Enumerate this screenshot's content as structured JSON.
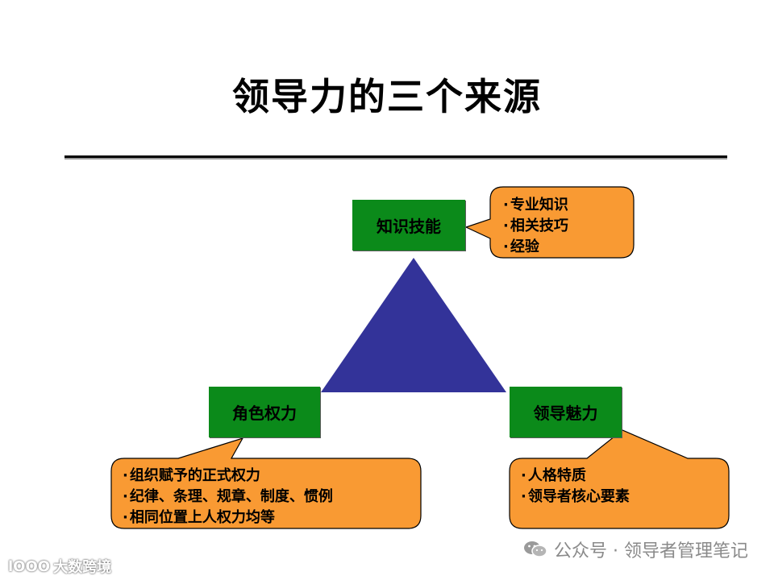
{
  "title": "领导力的三个来源",
  "nodes": {
    "top": "知识技能",
    "left": "角色权力",
    "right": "领导魅力"
  },
  "callouts": {
    "top": [
      "专业知识",
      "相关技巧",
      "经验"
    ],
    "left": [
      "组织赋予的正式权力",
      "纪律、条理、规章、制度、惯例",
      "相同位置上人权力均等"
    ],
    "right": [
      "人格特质",
      "领导者核心要素"
    ]
  },
  "footer": {
    "source": "公众号 · 领导者管理笔记"
  },
  "watermark": {
    "logo_text": "lOOO",
    "text": "大数跨境"
  },
  "colors": {
    "node_fill": "#0b8a1a",
    "callout_fill": "#f99a33",
    "triangle_fill": "#333399",
    "footer_text": "#8a8a8a"
  },
  "icons": [
    "wechat-icon"
  ]
}
